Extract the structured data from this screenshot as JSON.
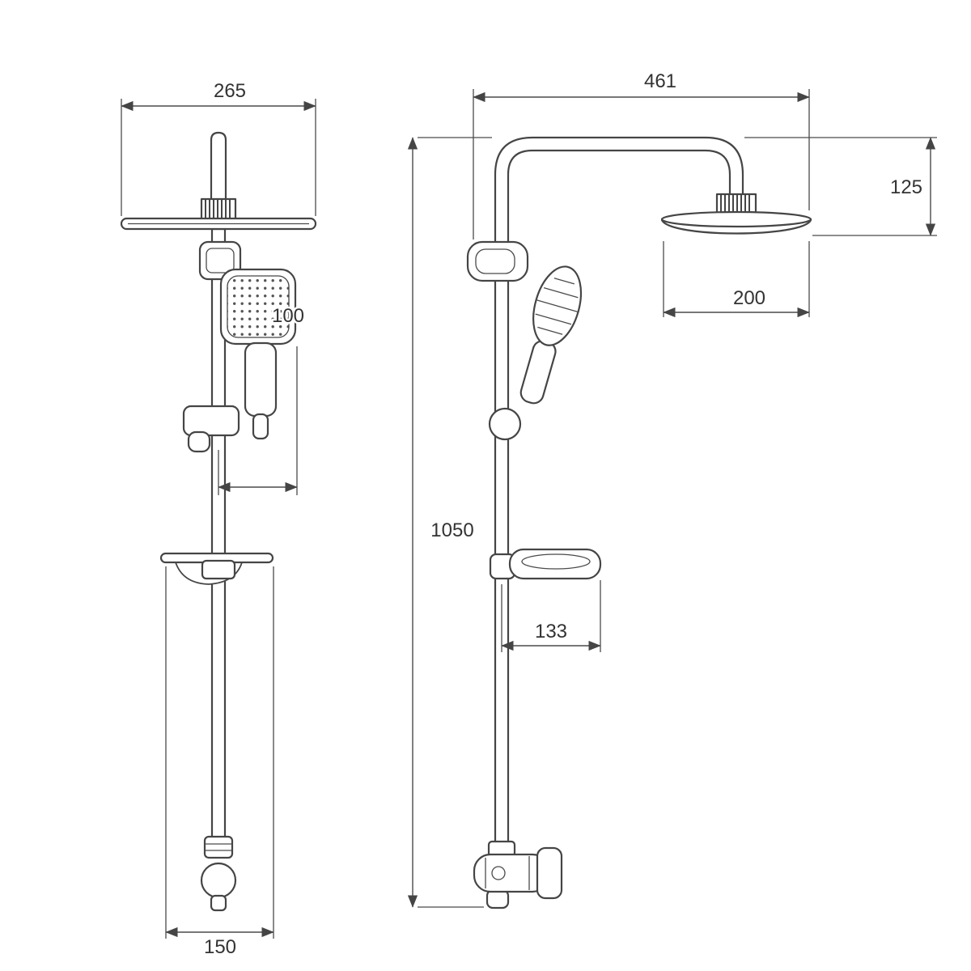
{
  "page": {
    "background": "#ffffff"
  },
  "drawing": {
    "type": "technical-dimension-drawing",
    "subject": "shower column with overhead rain head, hand shower, soap dish and diverter valve",
    "views": {
      "left": "side-view",
      "right": "front-view"
    },
    "colors": {
      "line": "#454545",
      "text": "#333333",
      "background": "#ffffff"
    },
    "dimensions": {
      "head_plate_width_side": "265",
      "arm_reach": "461",
      "head_drop_height": "125",
      "head_diameter": "200",
      "hand_shower_width": "100",
      "column_height": "1050",
      "soap_dish_offset": "133",
      "base_width": "150"
    }
  }
}
